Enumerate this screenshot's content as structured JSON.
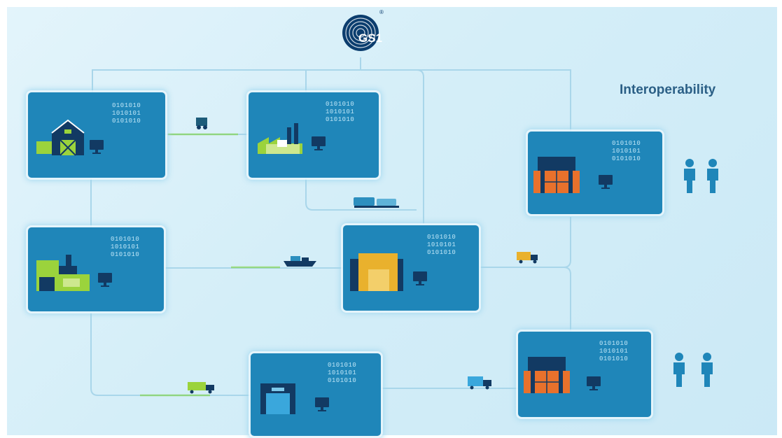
{
  "logo": {
    "text": "GS1",
    "trademark": "®"
  },
  "title": "Interoperability",
  "binary": [
    "0101010",
    "1010101",
    "0101010"
  ],
  "colors": {
    "card": "#1f86b9",
    "line": "#9fd0e6",
    "lime": "#9bd33c",
    "navy": "#123a63",
    "orange": "#e8712c",
    "gold": "#e9b12d",
    "title": "#2b5f86"
  },
  "nodes": [
    {
      "id": "farm",
      "icon": "barn-icon"
    },
    {
      "id": "factory",
      "icon": "factory-icon"
    },
    {
      "id": "processor",
      "icon": "warehouse-factory-icon"
    },
    {
      "id": "distribution-center",
      "icon": "distribution-center-icon"
    },
    {
      "id": "warehouse",
      "icon": "warehouse-icon"
    },
    {
      "id": "retailer-top",
      "icon": "store-icon"
    },
    {
      "id": "retailer-bottom",
      "icon": "store-icon"
    }
  ],
  "transport": [
    "tractor-icon",
    "train-icon",
    "ship-icon",
    "truck-icon",
    "truck-icon",
    "truck-icon"
  ],
  "people": [
    "consumers-top-icon",
    "consumers-bottom-icon"
  ]
}
